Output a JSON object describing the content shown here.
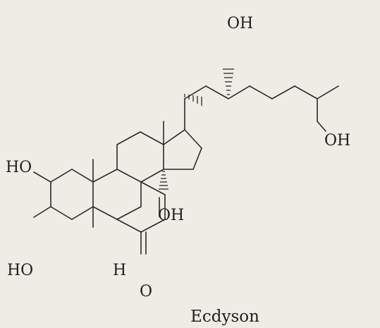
{
  "molecule": {
    "name": "Ecdyson",
    "labels": {
      "oh_c22": "OH",
      "oh_c25": "OH",
      "oh_c14": "OH",
      "ho_c2": "HO",
      "ho_c3": "HO",
      "h_c5": "H",
      "o_c6": "O"
    }
  },
  "colors": {
    "background": "#eeece4",
    "ink": "#1e1e1e"
  }
}
